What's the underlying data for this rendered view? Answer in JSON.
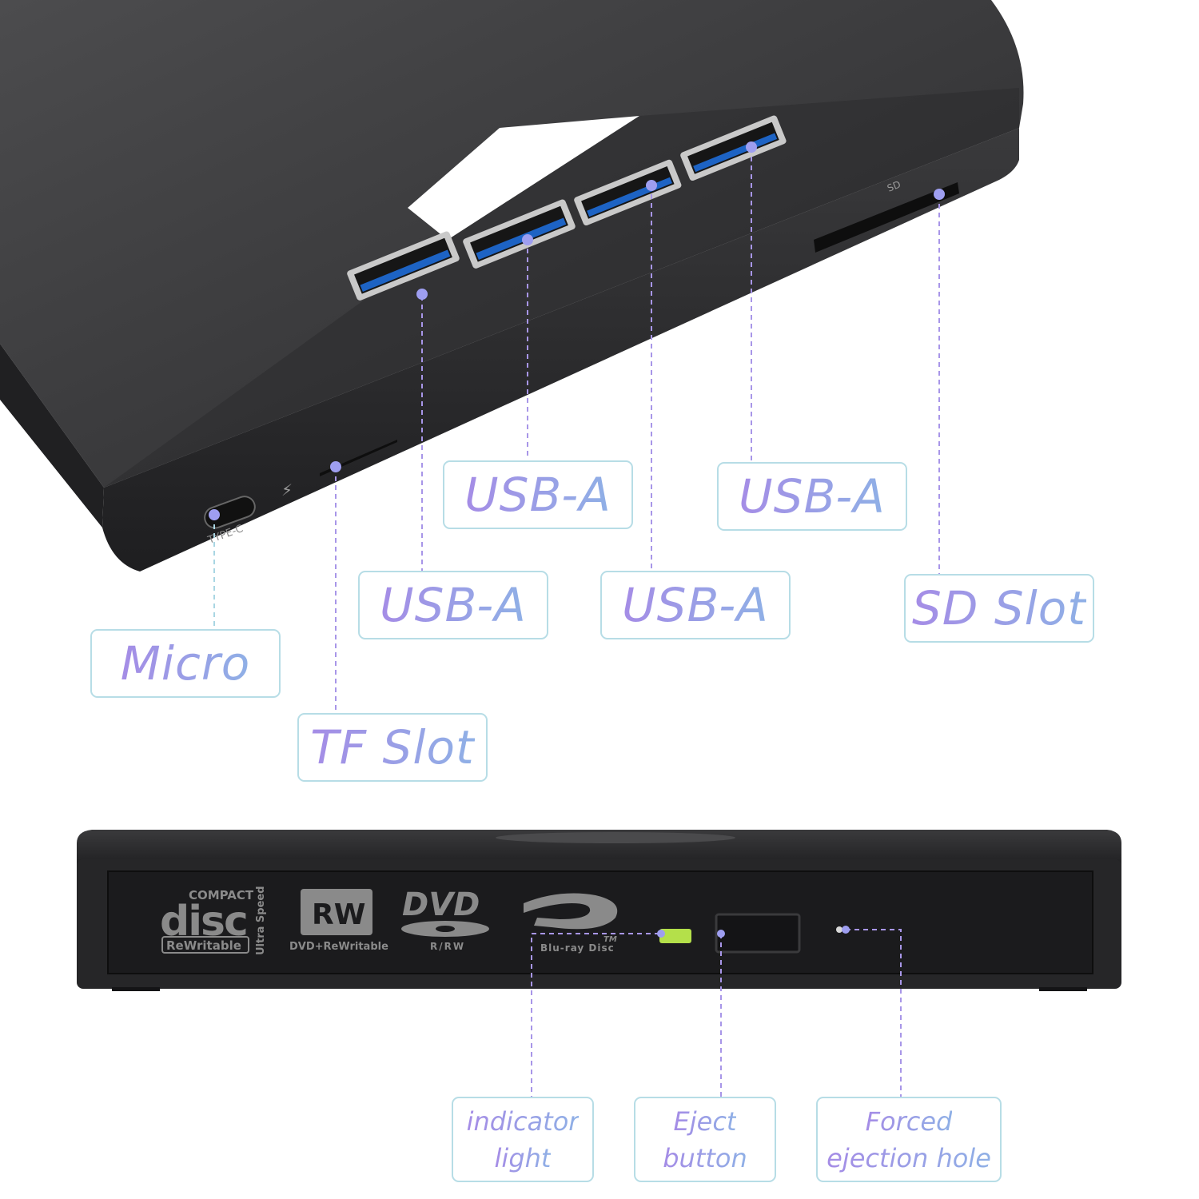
{
  "callouts": {
    "usb_a_1": "USB-A",
    "usb_a_2": "USB-A",
    "usb_a_3": "USB-A",
    "usb_a_4": "USB-A",
    "sd_slot": "SD Slot",
    "micro": "Micro",
    "tf_slot": "TF Slot",
    "indicator_1": "indicator",
    "indicator_2": "light",
    "eject_1": "Eject",
    "eject_2": "button",
    "forced_1": "Forced",
    "forced_2": "ejection hole"
  },
  "device_labels": {
    "type_c": "TYPE-C",
    "sd": "SD",
    "compact": "COMPACT",
    "disc": "disc",
    "rewritable": "ReWritable",
    "ultra_speed": "Ultra Speed",
    "rw": "RW",
    "dvd_rewritable": "DVD+ReWritable",
    "dvd": "DVD",
    "dvd_rrw": "R/RW",
    "bluray": "Blu-ray Disc",
    "tm": "TM"
  },
  "colors": {
    "callout_border": "#b7dde6",
    "callout_text": "#8b86e0",
    "leader_line": "#a896e8",
    "usb_blue": "#1d63c4",
    "indicator_led": "#b4e04a"
  }
}
